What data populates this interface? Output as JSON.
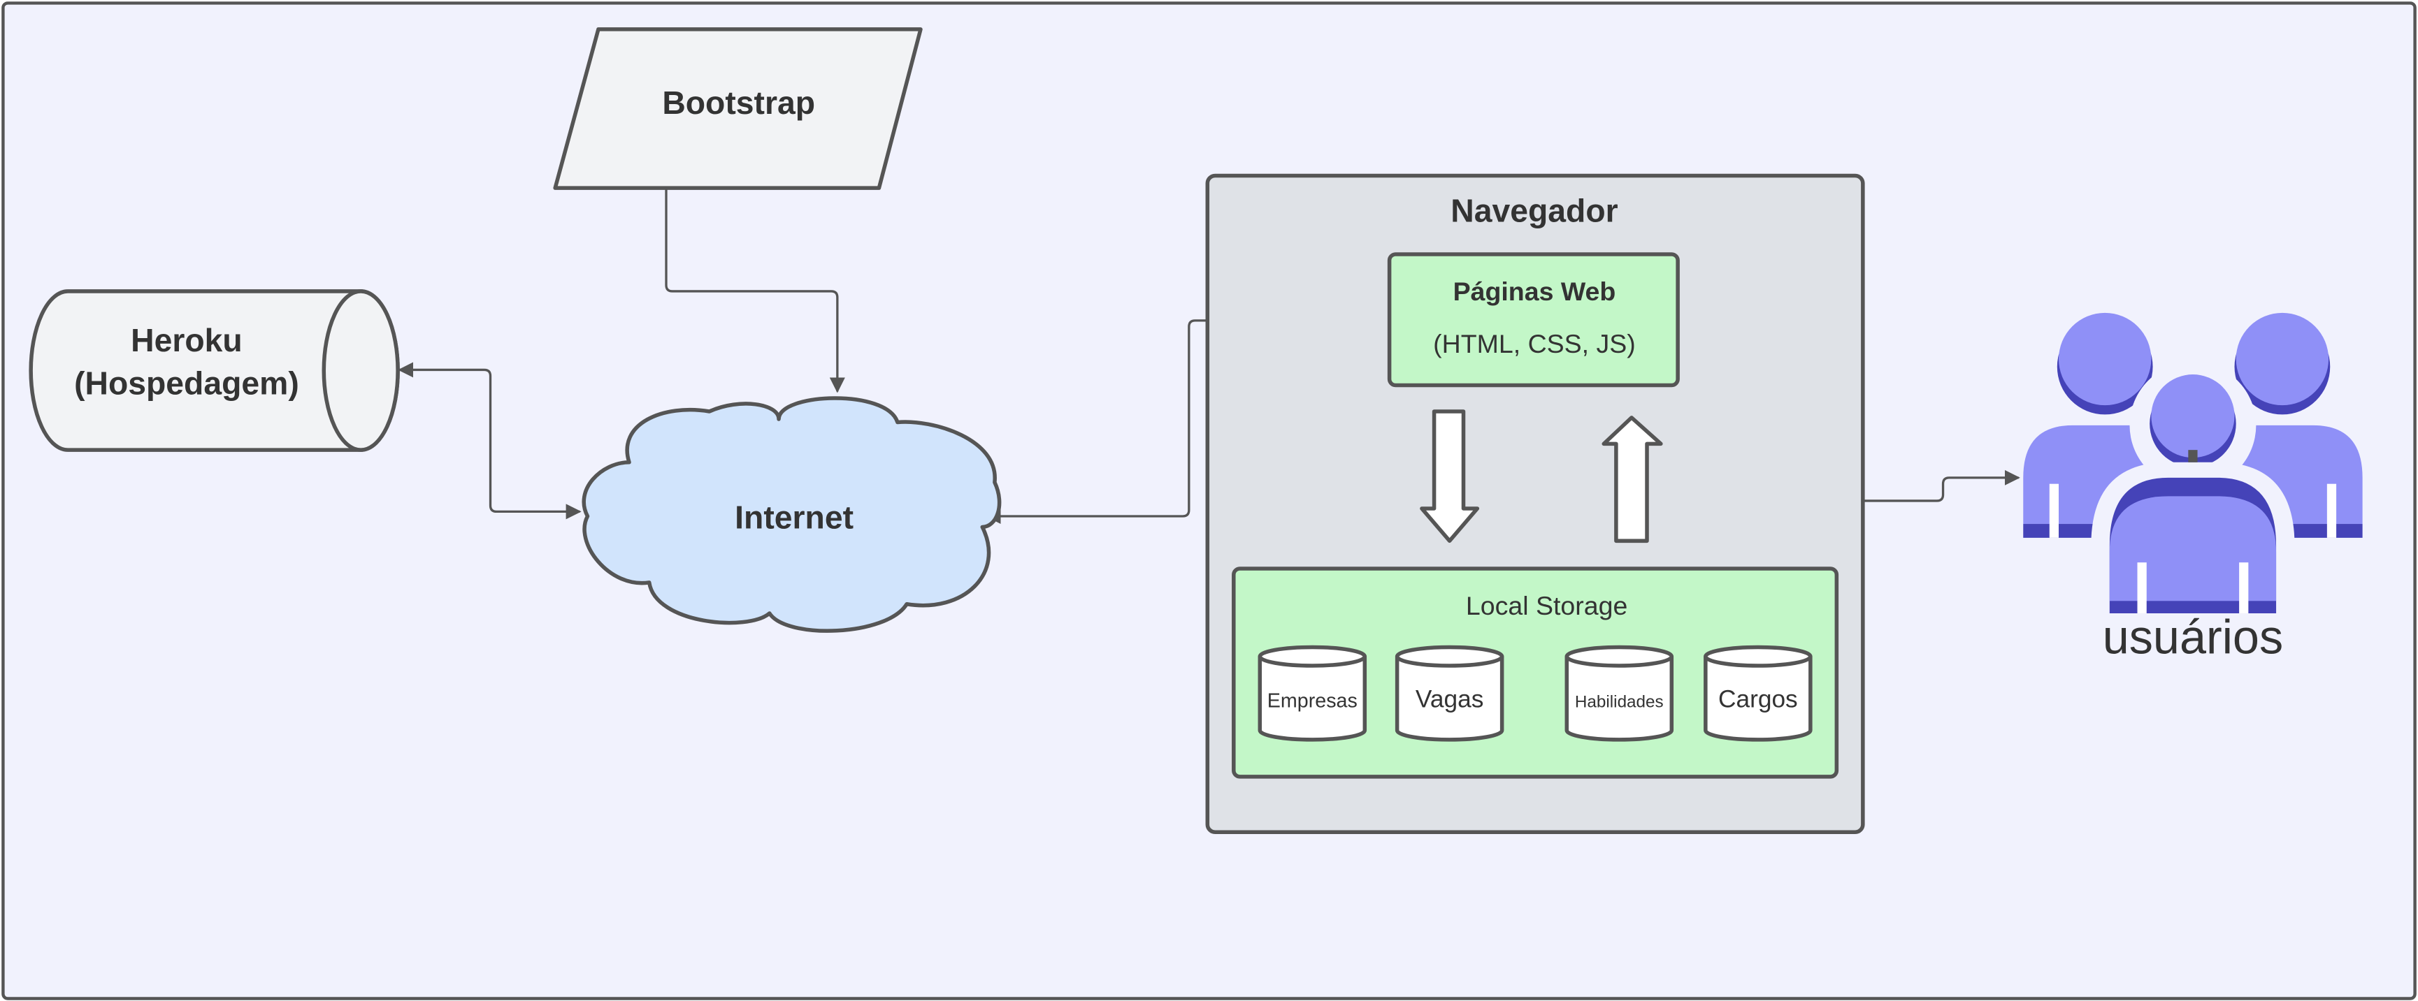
{
  "nodes": {
    "bootstrap": {
      "label": "Bootstrap"
    },
    "heroku": {
      "line1": "Heroku",
      "line2": "(Hospedagem)"
    },
    "internet": {
      "label": "Internet"
    },
    "browser": {
      "title": "Navegador"
    },
    "web_pages": {
      "title": "Páginas Web",
      "subtitle": "(HTML, CSS, JS)"
    },
    "local_storage": {
      "title": "Local Storage"
    },
    "storage_items": [
      "Empresas",
      "Vagas",
      "Habilidades",
      "Cargos"
    ],
    "users": {
      "label": "usuários"
    }
  },
  "colors": {
    "background": "#f1f2fd",
    "stroke": "#555555",
    "bootstrap_fill": "#f2f3f5",
    "heroku_fill": "#f2f3f5",
    "internet_fill": "#d1e4fc",
    "browser_fill": "#dfe2e7",
    "green_fill": "#c3f7c8",
    "users_light": "#8f90f7",
    "users_dark": "#4543b8"
  }
}
